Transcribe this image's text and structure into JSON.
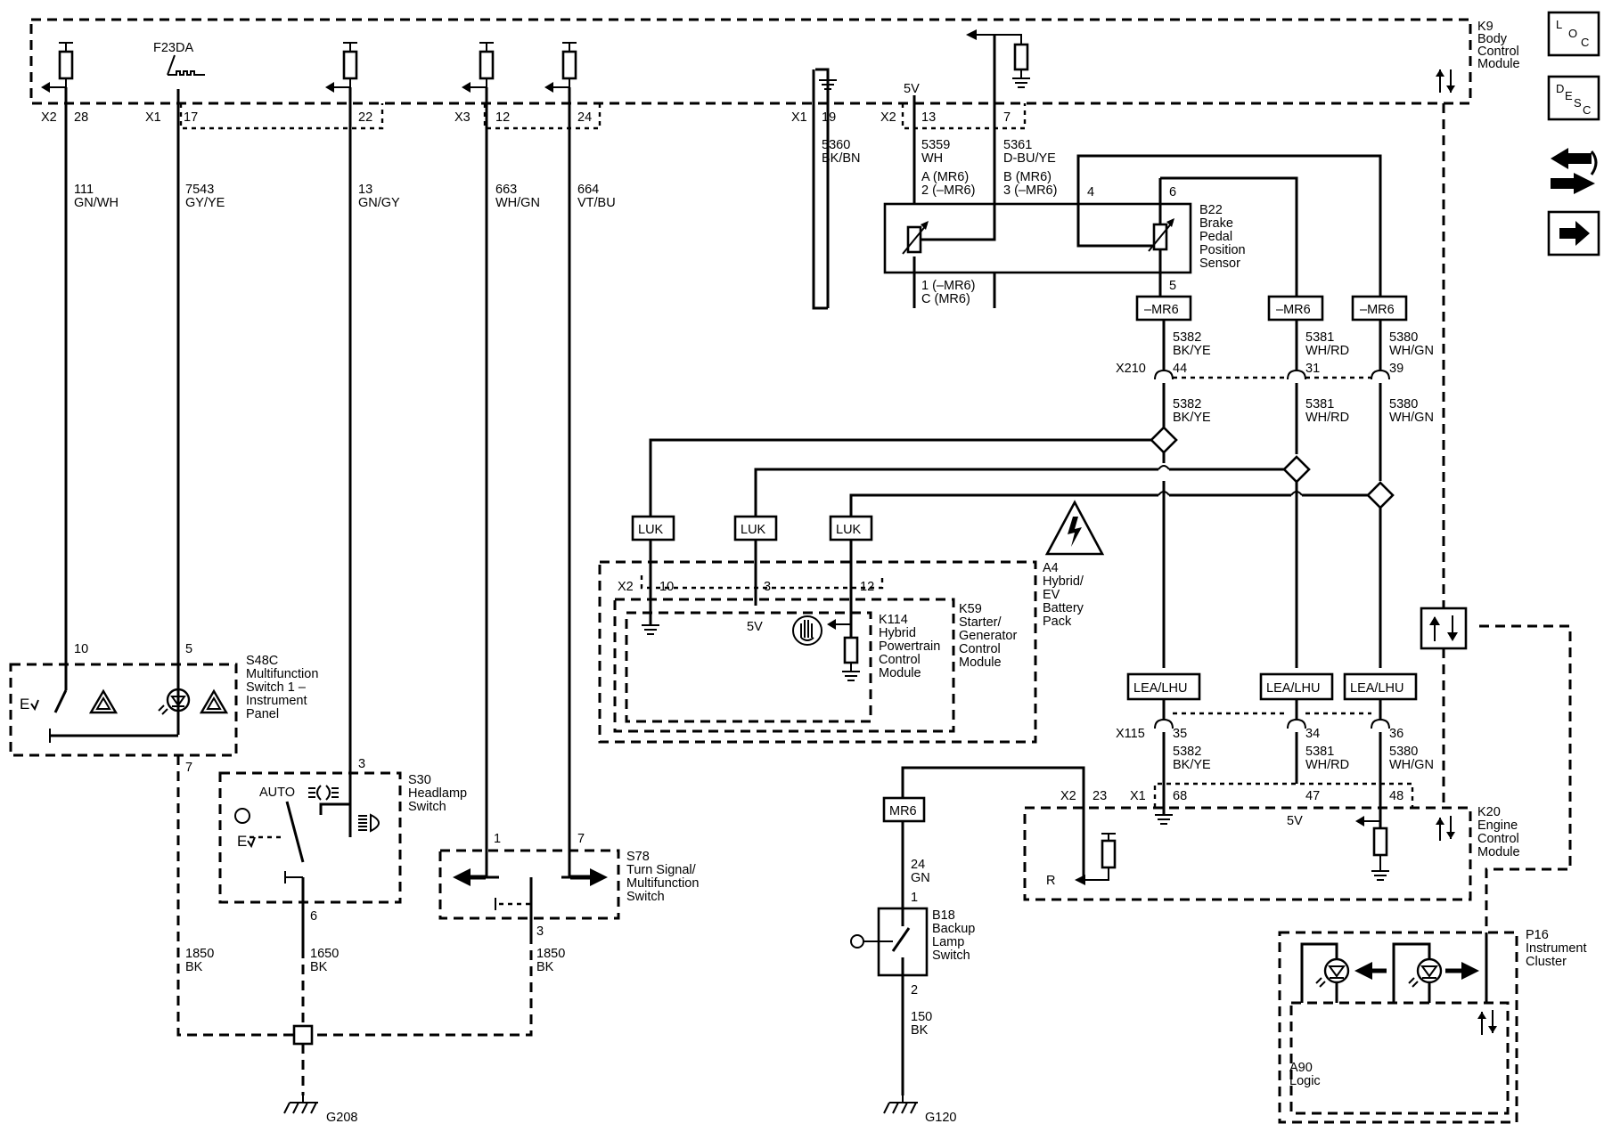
{
  "modules": {
    "k9": [
      "K9",
      "Body",
      "Control",
      "Module"
    ],
    "b22": [
      "B22",
      "Brake",
      "Pedal",
      "Position",
      "Sensor"
    ],
    "a4": [
      "A4",
      "Hybrid/",
      "EV",
      "Battery",
      "Pack"
    ],
    "k114": [
      "K114",
      "Hybrid",
      "Powertrain",
      "Control",
      "Module"
    ],
    "k59": [
      "K59",
      "Starter/",
      "Generator",
      "Control",
      "Module"
    ],
    "s48c": [
      "S48C",
      "Multifunction",
      "Switch 1 –",
      "Instrument",
      "Panel"
    ],
    "s30": [
      "S30",
      "Headlamp",
      "Switch"
    ],
    "s78": [
      "S78",
      "Turn Signal/",
      "Multifunction",
      "Switch"
    ],
    "b18": [
      "B18",
      "Backup",
      "Lamp",
      "Switch"
    ],
    "k20": [
      "K20",
      "Engine",
      "Control",
      "Module"
    ],
    "p16": [
      "P16",
      "Instrument",
      "Cluster"
    ],
    "a90": [
      "A90",
      "Logic"
    ]
  },
  "wires": {
    "w111": [
      "111",
      "GN/WH"
    ],
    "w7543": [
      "7543",
      "GY/YE"
    ],
    "w13": [
      "13",
      "GN/GY"
    ],
    "w663": [
      "663",
      "WH/GN"
    ],
    "w664": [
      "664",
      "VT/BU"
    ],
    "w5360": [
      "5360",
      "BK/BN"
    ],
    "w5359": [
      "5359",
      "WH"
    ],
    "w5361": [
      "5361",
      "D-BU/YE"
    ],
    "w5382a": [
      "5382",
      "BK/YE"
    ],
    "w5381a": [
      "5381",
      "WH/RD"
    ],
    "w5380a": [
      "5380",
      "WH/GN"
    ],
    "w5382b": [
      "5382",
      "BK/YE"
    ],
    "w5381b": [
      "5381",
      "WH/RD"
    ],
    "w5380b": [
      "5380",
      "WH/GN"
    ],
    "w5382c": [
      "5382",
      "BK/YE"
    ],
    "w5381c": [
      "5381",
      "WH/RD"
    ],
    "w5380c": [
      "5380",
      "WH/GN"
    ],
    "w1850a": [
      "1850",
      "BK"
    ],
    "w1650": [
      "1650",
      "BK"
    ],
    "w1850b": [
      "1850",
      "BK"
    ],
    "w24": [
      "24",
      "GN"
    ],
    "w150": [
      "150",
      "BK"
    ]
  },
  "connectors": {
    "x2": "X2",
    "x1": "X1",
    "x3": "X3",
    "x210": "X210",
    "x115": "X115"
  },
  "pins": {
    "p28": "28",
    "p17": "17",
    "p22": "22",
    "p12": "12",
    "p24": "24",
    "p19": "19",
    "p13": "13",
    "p7": "7",
    "b22_a": "A (MR6)",
    "b22_2": "2 (–MR6)",
    "b22_b": "B (MR6)",
    "b22_3": "3 (–MR6)",
    "b22_4": "4",
    "b22_6": "6",
    "b22_5": "5",
    "b22_1": "1 (–MR6)",
    "b22_c": "C (MR6)",
    "x210_44": "44",
    "x210_31": "31",
    "x210_39": "39",
    "a4_10": "10",
    "a4_3": "3",
    "a4_12": "12",
    "s48_10": "10",
    "s48_5": "5",
    "s48_7": "7",
    "s30_3": "3",
    "s30_6": "6",
    "s78_1": "1",
    "s78_7": "7",
    "s78_3": "3",
    "x115_35": "35",
    "x115_34": "34",
    "x115_36": "36",
    "k20_23": "23",
    "k20_68": "68",
    "k20_47": "47",
    "k20_48": "48",
    "b18_1": "1",
    "b18_2": "2"
  },
  "tags": {
    "mr6_neg": "–MR6",
    "mr6": "MR6",
    "luk": "LUK",
    "lea": "LEA/LHU"
  },
  "misc": {
    "fuse": "F23DA",
    "v5": "5V",
    "auto": "AUTO",
    "r": "R",
    "g208": "G208",
    "g120": "G120"
  },
  "side_icons": [
    "location-icon",
    "description-icon",
    "connector-info-icon",
    "next-page-icon"
  ]
}
